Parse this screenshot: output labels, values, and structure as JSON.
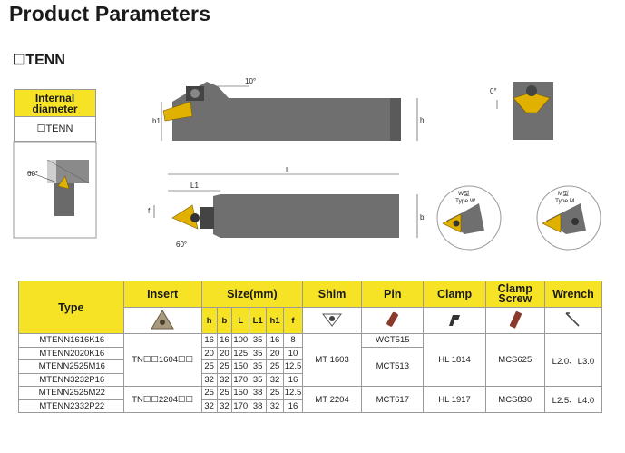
{
  "page": {
    "title": "Product Parameters",
    "subtitle": "☐TENN"
  },
  "side_box": {
    "heading": "Internal diameter",
    "value": "☐TENN"
  },
  "drawing_labels": {
    "h1": "h1",
    "h": "h",
    "angle_top": "10°",
    "angle_side": "0°",
    "L": "L",
    "L1": "L1",
    "f": "f",
    "b": "b",
    "angle_60a": "60°",
    "angle_60b": "60°",
    "type_w": "W型\nType W",
    "type_m": "M型\nType M"
  },
  "table": {
    "headers": {
      "type": "Type",
      "insert": "Insert",
      "size": "Size(mm)",
      "shim": "Shim",
      "pin": "Pin",
      "clamp": "Clamp",
      "clamp_screw": "Clamp Screw",
      "wrench": "Wrench"
    },
    "size_cols": [
      "h",
      "b",
      "L",
      "L1",
      "h1",
      "f"
    ],
    "rows": [
      {
        "type": "MTENN1616K16",
        "h": "16",
        "b": "16",
        "L": "100",
        "L1": "35",
        "h1": "16",
        "f": "8"
      },
      {
        "type": "MTENN2020K16",
        "h": "20",
        "b": "20",
        "L": "125",
        "L1": "35",
        "h1": "20",
        "f": "10"
      },
      {
        "type": "MTENN2525M16",
        "h": "25",
        "b": "25",
        "L": "150",
        "L1": "35",
        "h1": "25",
        "f": "12.5"
      },
      {
        "type": "MTENN3232P16",
        "h": "32",
        "b": "32",
        "L": "170",
        "L1": "35",
        "h1": "32",
        "f": "16"
      },
      {
        "type": "MTENN2525M22",
        "h": "25",
        "b": "25",
        "L": "150",
        "L1": "38",
        "h1": "25",
        "f": "12.5"
      },
      {
        "type": "MTENN2332P22",
        "h": "32",
        "b": "32",
        "L": "170",
        "L1": "38",
        "h1": "32",
        "f": "16"
      }
    ],
    "group1": {
      "insert": "TN☐☐1604☐☐",
      "shim": "MT 1603",
      "pin_top": "WCT515",
      "pin": "MCT513",
      "clamp": "HL 1814",
      "clamp_screw": "MCS625",
      "wrench": "L2.0、L3.0"
    },
    "group2": {
      "insert": "TN☐☐2204☐☐",
      "shim": "MT 2204",
      "pin": "MCT617",
      "clamp": "HL 1917",
      "clamp_screw": "MCS830",
      "wrench": "L2.5、L4.0"
    }
  },
  "colors": {
    "header_yellow": "#f7e325",
    "holder_gray": "#6f6f6f",
    "insert_gold": "#e0b100"
  }
}
